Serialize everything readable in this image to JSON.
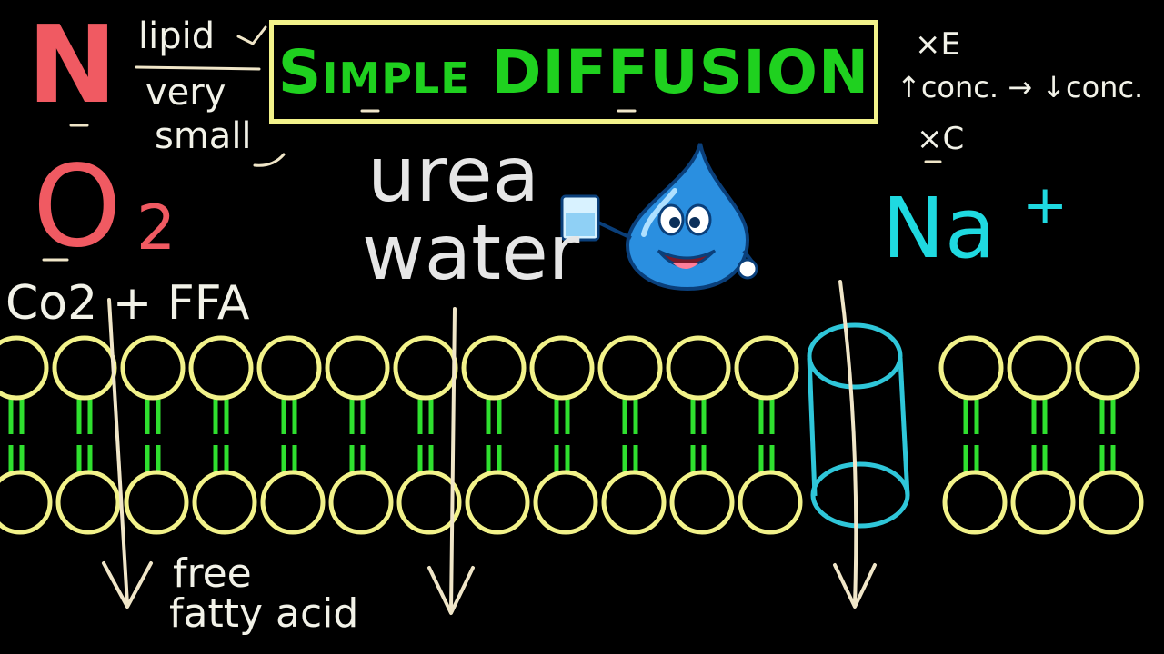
{
  "title": "Simple DIFFUSION",
  "colors": {
    "background": "#000000",
    "title_text": "#1fd11f",
    "title_border": "#f2f28a",
    "phospholipid_head": "#f2f28a",
    "lipid_tail": "#2fe02f",
    "channel": "#2fc6d9",
    "n_o2": "#f05a62",
    "na": "#1fd9e0",
    "notes": "#f2f2e8",
    "urea_water": "#e6e6e6",
    "arrow": "#f0e6c8"
  },
  "labels": {
    "n": "N",
    "lipid": "lipid",
    "very": "very",
    "small": "small",
    "o2": "O",
    "o2_sub": "2",
    "co2_ffa": "Co2 + FFA",
    "free": "free",
    "fatty_acid": "fatty acid",
    "urea": "urea",
    "water": "water",
    "na": "Na",
    "na_sup": "+",
    "xe": "×E",
    "conc_line": "↑conc. → ↓conc.",
    "xc": "×C"
  },
  "icons": [
    "water-drop-mascot-icon"
  ]
}
